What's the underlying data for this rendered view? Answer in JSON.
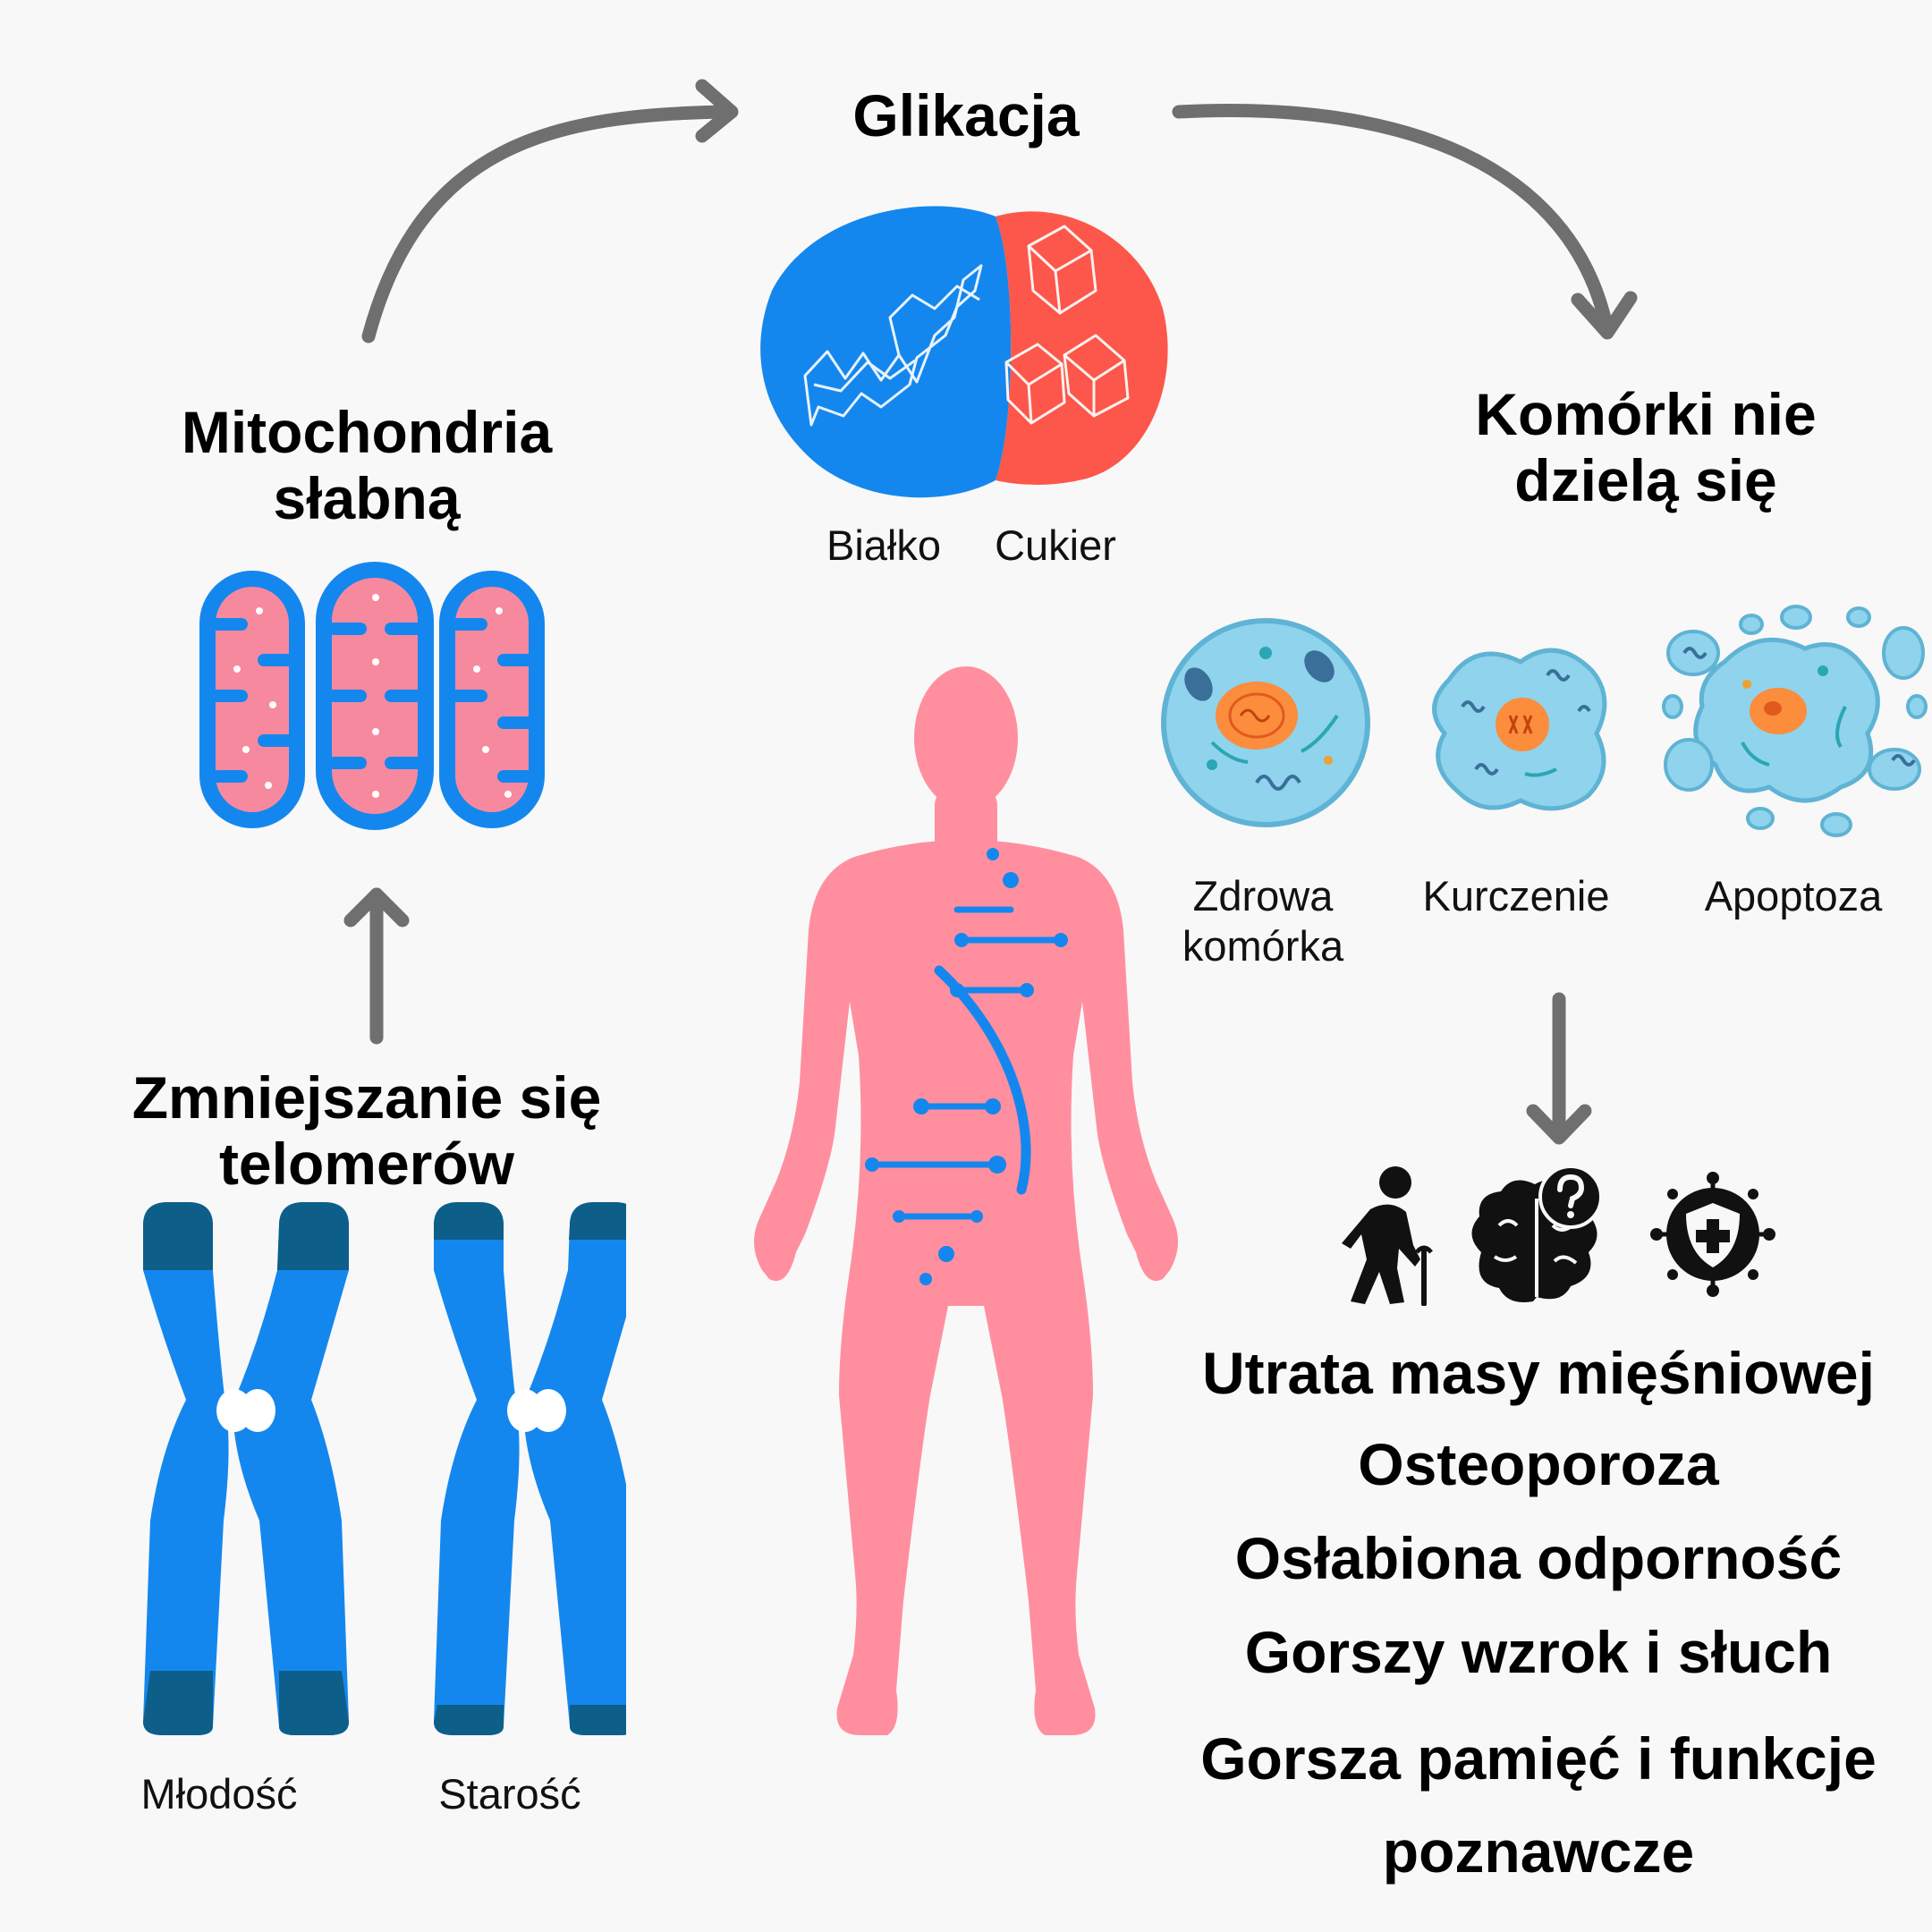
{
  "glycation": {
    "title": "Glikacja",
    "protein_label": "Białko",
    "sugar_label": "Cukier"
  },
  "mitochondria": {
    "title": "Mitochondria\nsłabną"
  },
  "cells": {
    "title": "Komórki nie\ndzielą się",
    "stages": [
      "Zdrowa\nkomórka",
      "Kurczenie",
      "Apoptoza"
    ]
  },
  "telomeres": {
    "title": "Zmniejszanie się\ntelomerów",
    "youth_label": "Młodość",
    "age_label": "Starość"
  },
  "effects": [
    "Utrata masy mięśniowej",
    "Osteoporoza",
    "Osłabiona odporność",
    "Gorszy wzrok i słuch",
    "Gorsza pamięć i funkcje\npoznawcze"
  ],
  "icons": [
    "elderly-person-icon",
    "brain-question-icon",
    "virus-shield-icon"
  ],
  "colors": {
    "protein_blue": "#1487ee",
    "sugar_red": "#fc574a",
    "body_pink": "#ff8f9f",
    "arrow_gray": "#6f6f6f",
    "telomere_dark": "#0e5e8a",
    "cell_fill": "#8fd3ec"
  }
}
